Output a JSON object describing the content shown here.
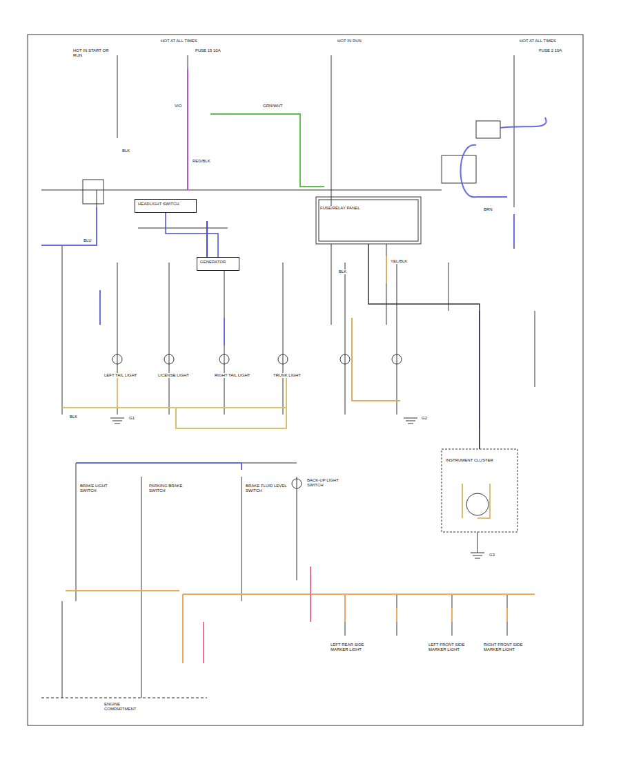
{
  "diagram": {
    "nodes": [
      {
        "text": [
          "GENERATOR"
        ]
      },
      {
        "text": [
          "INSTRUMENT CLUSTER"
        ]
      },
      {
        "text": [
          "FUSE/RELAY PANEL"
        ]
      },
      {
        "text": [
          "HEADLIGHT SWITCH"
        ]
      }
    ],
    "edges": [
      {
        "from": 3,
        "to": 0,
        "arrow": "none"
      },
      {
        "from": 2,
        "to": 1,
        "arrow": "none"
      }
    ],
    "labels": [
      "HOT AT ALL TIMES",
      "FUSE 15 10A",
      "HOT IN RUN",
      "HOT AT ALL TIMES",
      "FUSE 2 10A",
      "HOT IN START OR RUN",
      "LEFT TAIL LIGHT",
      "LICENSE LIGHT",
      "RIGHT TAIL LIGHT",
      "TRUNK LIGHT",
      "BRAKE LIGHT SWITCH",
      "PARKING BRAKE SWITCH",
      "BRAKE FLUID LEVEL SWITCH",
      "BACK-UP LIGHT SWITCH",
      "LEFT REAR SIDE MARKER LIGHT",
      "LEFT FRONT SIDE MARKER LIGHT",
      "RIGHT FRONT SIDE MARKER LIGHT",
      "G1",
      "G2",
      "G3",
      "BLK",
      "BLK",
      "RED/BLK",
      "GRN/WHT",
      "VIO",
      "BLU",
      "YEL/BLK",
      "BLK",
      "ENGINE COMPARTMENT",
      "BRN"
    ]
  }
}
